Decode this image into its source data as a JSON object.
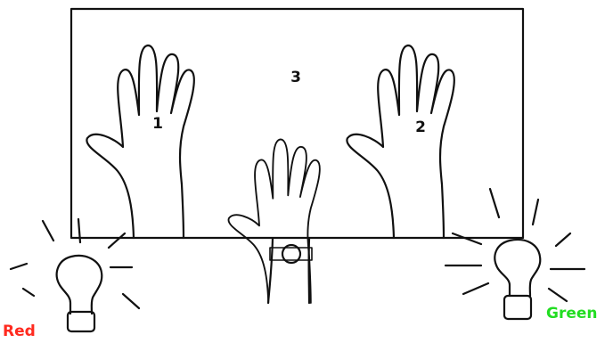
{
  "hands": [
    {
      "label": "1"
    },
    {
      "label": "2"
    },
    {
      "label": "3"
    }
  ],
  "lamps": {
    "left": {
      "label": "Red",
      "color": "#ff2a1f"
    },
    "right": {
      "label": "Green",
      "color": "#22dd22"
    }
  }
}
